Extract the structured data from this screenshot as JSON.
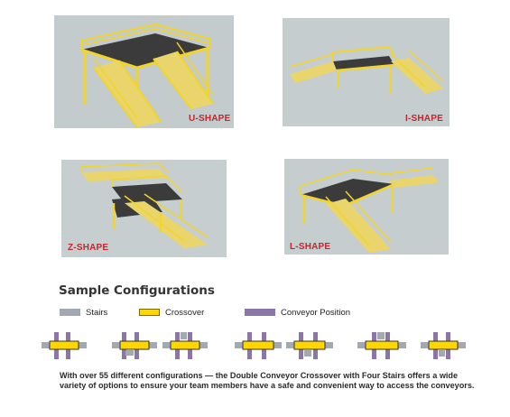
{
  "panels": [
    {
      "id": "u",
      "caption": "U-SHAPE"
    },
    {
      "id": "i",
      "caption": "I-SHAPE"
    },
    {
      "id": "z",
      "caption": "Z-SHAPE"
    },
    {
      "id": "l",
      "caption": "L-SHAPE"
    }
  ],
  "section_title": "Sample Configurations",
  "legend": [
    {
      "label": "Stairs",
      "color": "#a3a9b2"
    },
    {
      "label": "Crossover",
      "color": "#ffd600"
    },
    {
      "label": "Conveyor Position",
      "color": "#8a77a8"
    }
  ],
  "colors": {
    "panel_background": "#bfc7c8",
    "structure_yellow": "#f2d52a",
    "deck_dark": "#3a3a3a",
    "caption_red": "#c1272d",
    "stairs_gray": "#a3a9b2",
    "crossover_yellow": "#ffd600",
    "conveyor_purple": "#8a77a8"
  },
  "footer_text": "With over 55 different configurations — the Double Conveyor Crossover with Four Stairs offers a wide variety of options to ensure your team members have a safe and convenient way to access the conveyors."
}
